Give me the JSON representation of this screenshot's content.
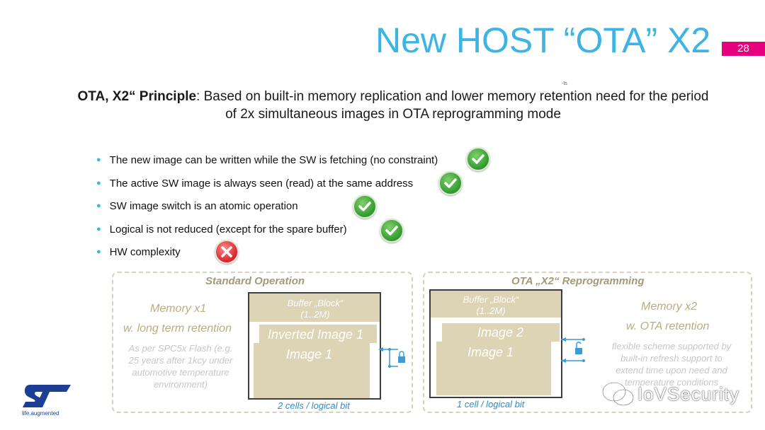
{
  "title": "New HOST “OTA” X2",
  "page_number": "28",
  "tiny_mark": "-Is",
  "principle": {
    "bold": "OTA, X2“ Principle",
    "rest": ": Based on built-in memory replication and lower memory retention need for the period of 2x simultaneous images in OTA reprogramming mode"
  },
  "bullets": [
    {
      "text": "The new image can be written while the SW is fetching (no constraint)",
      "status": "check-icon"
    },
    {
      "text": "The active SW image is always seen (read) at the same address",
      "status": "check-icon"
    },
    {
      "text": "SW image switch is an atomic operation",
      "status": "check-icon"
    },
    {
      "text": "Logical is not reduced (except for the spare buffer)",
      "status": "check-icon"
    },
    {
      "text": "HW complexity",
      "status": "cross-icon"
    }
  ],
  "standard": {
    "title": "Standard Operation",
    "memory": "Memory x1",
    "retention": "w. long term retention",
    "note_lines": [
      "As per SPC5x Flash (e.g.",
      "25 years after 1kcy under",
      "automotive temperature",
      "environment)"
    ],
    "buffer_lines": [
      "Buffer „Block“",
      "(1..2M)"
    ],
    "inverted": "Inverted Image 1",
    "image": "Image 1",
    "cells": "2 cells / logical bit"
  },
  "ota": {
    "title": "OTA „X2“ Reprogramming",
    "memory": "Memory x2",
    "retention": "w. OTA retention",
    "note_lines": [
      "flexible scheme supported by",
      "built-in refresh support to",
      "extend time upon need and",
      "temperature conditions"
    ],
    "buffer_lines": [
      "Buffer „Block“",
      "(1..2M)"
    ],
    "image2": "Image 2",
    "image1": "Image 1",
    "cells": "1 cell / logical bit"
  },
  "logo": {
    "tagline": "life.augmented"
  },
  "watermark": "IoVSecurity",
  "colors": {
    "accent": "#3cb4e5",
    "page_badge": "#e6007e",
    "ok": "#2f9a2d",
    "bad": "#d8232a",
    "panel_text": "#a39a76",
    "slab": "#dcd4b4",
    "link_blue": "#2a8fd0"
  }
}
